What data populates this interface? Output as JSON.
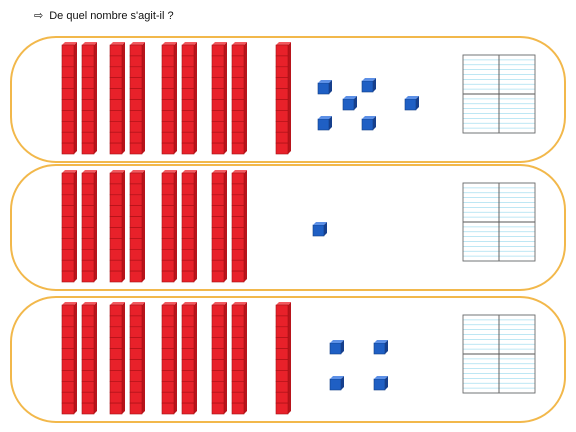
{
  "instruction": {
    "arrow": "⇨",
    "text": "De quel nombre s'agit-il ?"
  },
  "colors": {
    "panel_border": "#f2b84b",
    "ten_rod": "#e8212a",
    "unit_cube": "#1f5fc4",
    "grid_lines": "#a8dff0"
  },
  "exercises": [
    {
      "tens": 9,
      "units": 6
    },
    {
      "tens": 8,
      "units": 1
    },
    {
      "tens": 9,
      "units": 4
    }
  ]
}
